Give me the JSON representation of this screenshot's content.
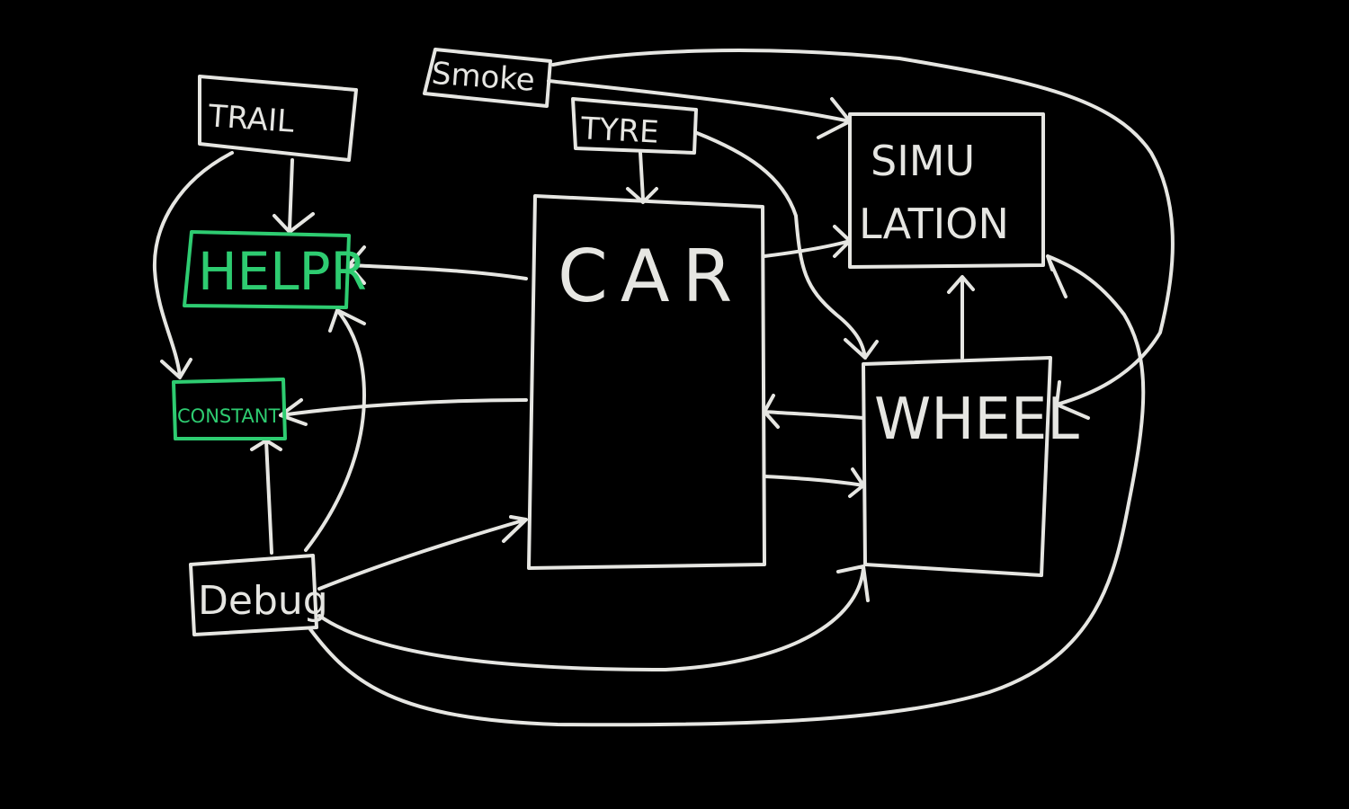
{
  "diagram": {
    "nodes": {
      "smoke": "Smoke",
      "trail": "TRAIL",
      "tyre": "TYRE",
      "simulation_line1": "SIMU",
      "simulation_line2": "LATION",
      "helpr": "HELPR",
      "car": "CAR",
      "constant": "CONSTANT",
      "wheel": "WHEEL",
      "debug": "Debug"
    },
    "edges": [
      {
        "from": "Smoke",
        "to": "SIMULATION"
      },
      {
        "from": "Smoke",
        "to": "WHEEL"
      },
      {
        "from": "TYRE",
        "to": "CAR"
      },
      {
        "from": "TYRE",
        "to": "WHEEL"
      },
      {
        "from": "TRAIL",
        "to": "HELPR"
      },
      {
        "from": "TRAIL",
        "to": "CONSTANT"
      },
      {
        "from": "CAR",
        "to": "HELPR"
      },
      {
        "from": "CAR",
        "to": "CONSTANT"
      },
      {
        "from": "CAR",
        "to": "SIMULATION"
      },
      {
        "from": "CAR",
        "to": "WHEEL"
      },
      {
        "from": "WHEEL",
        "to": "CAR"
      },
      {
        "from": "WHEEL",
        "to": "SIMULATION"
      },
      {
        "from": "Debug",
        "to": "CONSTANT"
      },
      {
        "from": "Debug",
        "to": "HELPR"
      },
      {
        "from": "Debug",
        "to": "CAR"
      },
      {
        "from": "Debug",
        "to": "WHEEL"
      },
      {
        "from": "Debug",
        "to": "SIMULATION"
      }
    ],
    "colors": {
      "stroke": "#e6e6e2",
      "highlight": "#2ecc71",
      "background": "#000000"
    }
  }
}
